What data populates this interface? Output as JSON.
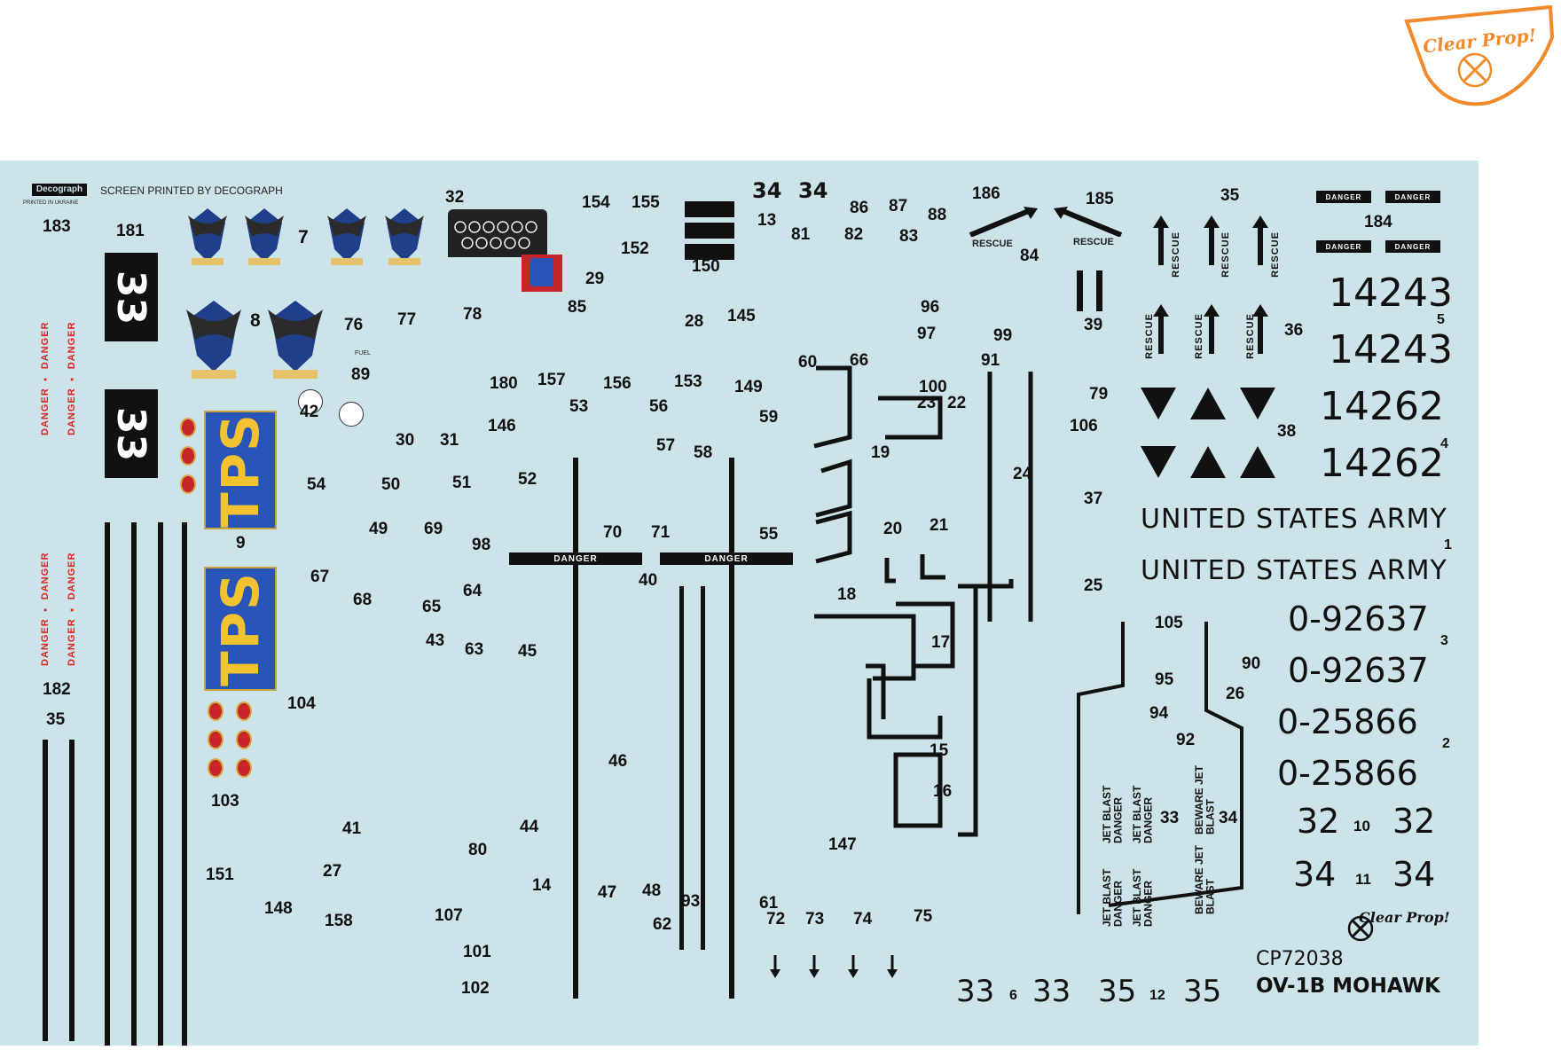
{
  "brand": {
    "top_logo_text": "Clear Prop!",
    "bottom_logo_text": "Clear Prop!"
  },
  "header": {
    "screen_printed": "SCREEN PRINTED BY DECOGRAPH",
    "printed_in": "PRINTED IN UKRAINE",
    "decograph_logo": "Decograph"
  },
  "product": {
    "code": "CP72038",
    "name": "OV-1B MOHAWK"
  },
  "text_markings": {
    "danger": "DANGER",
    "rescue": "RESCUE",
    "tps": "TPS",
    "usa": "UNITED STATES ARMY",
    "jet_blast_danger": "JET BLAST DANGER",
    "beware_jet_blast": "BEWARE JET BLAST",
    "fuel": "FUEL",
    "big33": "33"
  },
  "serials": {
    "a": "14243",
    "b": "14243",
    "c": "14262",
    "d": "14262",
    "e": "0-92637",
    "f": "0-92637",
    "g": "0-25866",
    "h": "0-25866",
    "i": "32",
    "j": "32",
    "k": "34",
    "l": "34",
    "m": "33",
    "n": "33",
    "o": "35",
    "p": "35"
  },
  "labels": {
    "n1": "1",
    "n2": "2",
    "n3": "3",
    "n4": "4",
    "n5": "5",
    "n6": "6",
    "n7": "7",
    "n8": "8",
    "n9": "9",
    "n10": "10",
    "n11": "11",
    "n12": "12",
    "n13": "13",
    "n14": "14",
    "n15": "15",
    "n16": "16",
    "n17": "17",
    "n18": "18",
    "n19": "19",
    "n20": "20",
    "n21": "21",
    "n22": "22",
    "n23": "23",
    "n24": "24",
    "n25": "25",
    "n26": "26",
    "n27": "27",
    "n28": "28",
    "n29": "29",
    "n30": "30",
    "n31": "31",
    "n32": "32",
    "n33": "33",
    "n34": "34",
    "n34b": "34",
    "n35": "35",
    "n35b": "35",
    "n36": "36",
    "n37": "37",
    "n38": "38",
    "n39": "39",
    "n40": "40",
    "n41": "41",
    "n42": "42",
    "n43": "43",
    "n44": "44",
    "n45": "45",
    "n46": "46",
    "n47": "47",
    "n48": "48",
    "n49": "49",
    "n50": "50",
    "n51": "51",
    "n52": "52",
    "n53": "53",
    "n54": "54",
    "n55": "55",
    "n56": "56",
    "n57": "57",
    "n58": "58",
    "n59": "59",
    "n60": "60",
    "n61": "61",
    "n62": "62",
    "n63": "63",
    "n64": "64",
    "n65": "65",
    "n66": "66",
    "n67": "67",
    "n68": "68",
    "n69": "69",
    "n70": "70",
    "n71": "71",
    "n72": "72",
    "n73": "73",
    "n74": "74",
    "n75": "75",
    "n76": "76",
    "n77": "77",
    "n78": "78",
    "n79": "79",
    "n80": "80",
    "n81": "81",
    "n82": "82",
    "n83": "83",
    "n84": "84",
    "n85": "85",
    "n86": "86",
    "n87": "87",
    "n88": "88",
    "n89": "89",
    "n90": "90",
    "n91": "91",
    "n92": "92",
    "n93": "93",
    "n94": "94",
    "n95": "95",
    "n96": "96",
    "n97": "97",
    "n98": "98",
    "n99": "99",
    "n100": "100",
    "n101": "101",
    "n102": "102",
    "n103": "103",
    "n104": "104",
    "n105": "105",
    "n106": "106",
    "n107": "107",
    "n145": "145",
    "n146": "146",
    "n147": "147",
    "n148": "148",
    "n149": "149",
    "n150": "150",
    "n151": "151",
    "n152": "152",
    "n153": "153",
    "n154": "154",
    "n155": "155",
    "n156": "156",
    "n157": "157",
    "n158": "158",
    "n180": "180",
    "n181": "181",
    "n182": "182",
    "n183": "183",
    "n184": "184",
    "n185": "185",
    "n186": "186"
  },
  "colors": {
    "sheet": "#cde3ea",
    "ink": "#111111",
    "red": "#c8252a",
    "tps_blue": "#2a55b8",
    "tps_yellow": "#f2c230",
    "logo_orange": "#f08a2a"
  }
}
